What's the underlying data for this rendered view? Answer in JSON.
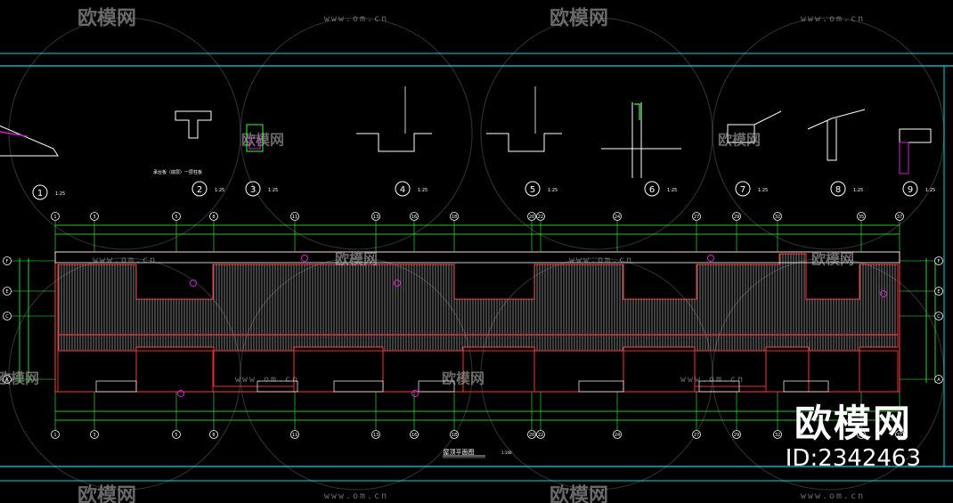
{
  "watermark": {
    "brand": "欧模网",
    "url": "www.om.cn"
  },
  "details": [
    {
      "number": "1",
      "scale": "1:25"
    },
    {
      "number": "2",
      "scale": "1:25",
      "note": "承台板（底层）一层柱板"
    },
    {
      "number": "3",
      "scale": "1:25"
    },
    {
      "number": "4",
      "scale": "1:25"
    },
    {
      "number": "5",
      "scale": "1:25"
    },
    {
      "number": "6",
      "scale": "1:25"
    },
    {
      "number": "7",
      "scale": "1:25"
    },
    {
      "number": "8",
      "scale": "1:25"
    },
    {
      "number": "9",
      "scale": "1:25"
    }
  ],
  "plan": {
    "title": "屋顶平面图",
    "scale": "1:100",
    "top_axes": [
      "1",
      "3",
      "5",
      "8",
      "11",
      "13",
      "16",
      "18",
      "20",
      "22",
      "24",
      "27",
      "29",
      "32",
      "35",
      "37"
    ],
    "bottom_axes": [
      "1",
      "3",
      "5",
      "8",
      "11",
      "13",
      "16",
      "18",
      "20",
      "22",
      "24",
      "27",
      "29",
      "32",
      "35",
      "37"
    ],
    "side_axes": [
      "F",
      "E",
      "C",
      "A"
    ]
  },
  "brand_corner": {
    "name": "欧模网",
    "id": "ID:2342463"
  },
  "colors": {
    "background": "#000000",
    "cyan": "#00d8e8",
    "green": "#33ff33",
    "red": "#ff3333",
    "magenta": "#d020d0",
    "white": "#ffffff"
  }
}
